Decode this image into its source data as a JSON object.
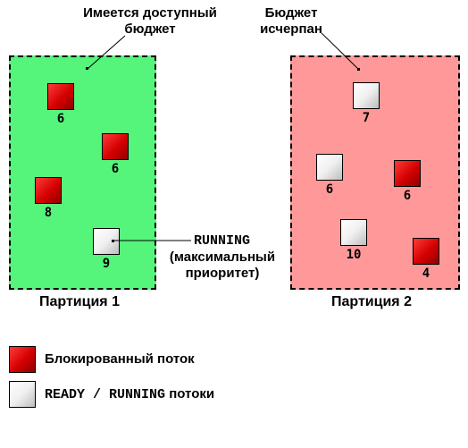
{
  "annotations": {
    "budget_available_line1": "Имеется доступный",
    "budget_available_line2": "бюджет",
    "budget_exhausted_line1": "Бюджет",
    "budget_exhausted_line2": "исчерпан",
    "running_label": "RUNNING",
    "running_note_line1": "(максимальный",
    "running_note_line2": "приоритет)"
  },
  "partitions": [
    {
      "label": "Партиция 1",
      "color": "#55f47a",
      "threads": [
        {
          "priority": "6",
          "state": "blocked"
        },
        {
          "priority": "6",
          "state": "blocked"
        },
        {
          "priority": "8",
          "state": "blocked"
        },
        {
          "priority": "9",
          "state": "running"
        }
      ]
    },
    {
      "label": "Партиция 2",
      "color": "#ff9999",
      "threads": [
        {
          "priority": "7",
          "state": "ready"
        },
        {
          "priority": "6",
          "state": "ready"
        },
        {
          "priority": "6",
          "state": "blocked"
        },
        {
          "priority": "10",
          "state": "ready"
        },
        {
          "priority": "4",
          "state": "blocked"
        }
      ]
    }
  ],
  "legend": {
    "blocked_label": "Блокированный поток",
    "ready_label_mono": "READY / RUNNING",
    "ready_label_suffix": " потоки"
  },
  "colors": {
    "blocked": "#d40000",
    "ready": "#f0f0f0"
  }
}
